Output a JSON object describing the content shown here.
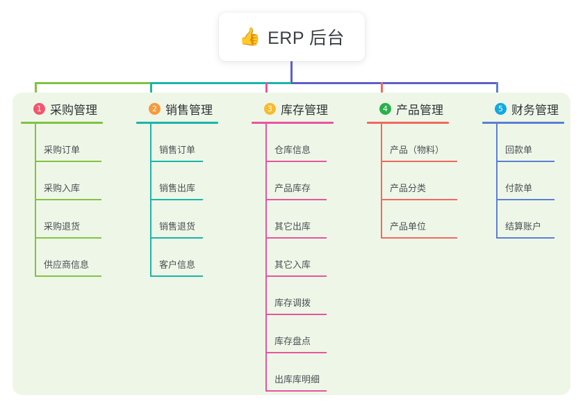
{
  "title": {
    "emoji": "👍",
    "icon_name": "thumbs-up-icon",
    "text": "ERP 后台"
  },
  "palette": {
    "panel_bg": "#eef7e7",
    "page_bg": "#ffffff",
    "trunk": "#5b5fc7",
    "green": "#81c241",
    "teal": "#1ab5a8",
    "pink": "#e8549e",
    "red": "#f2685f",
    "blue": "#5b7fd4",
    "badge_1": "#f2566d",
    "badge_2": "#f79a3c",
    "badge_3": "#f7bb2f",
    "badge_4": "#29b14a",
    "badge_5": "#12a9e0",
    "text_dark": "#2f3338",
    "text_item": "#4a4f55"
  },
  "columns": [
    {
      "index": "1",
      "label": "采购管理",
      "badge_color": "#f2566d",
      "line_color": "#81c241",
      "head_width": 118,
      "item_width": 96,
      "items": [
        "采购订单",
        "采购入库",
        "采购退货",
        "供应商信息"
      ]
    },
    {
      "index": "2",
      "label": "销售管理",
      "badge_color": "#f79a3c",
      "line_color": "#1ab5a8",
      "head_width": 118,
      "item_width": 76,
      "items": [
        "销售订单",
        "销售出库",
        "销售退货",
        "客户信息"
      ]
    },
    {
      "index": "3",
      "label": "库存管理",
      "badge_color": "#f7bb2f",
      "line_color": "#e8549e",
      "head_width": 118,
      "item_width": 88,
      "items": [
        "仓库信息",
        "产品库存",
        "其它出库",
        "其它入库",
        "库存调拨",
        "库存盘点",
        "出库库明细"
      ]
    },
    {
      "index": "4",
      "label": "产品管理",
      "badge_color": "#29b14a",
      "line_color": "#f2685f",
      "head_width": 118,
      "item_width": 110,
      "items": [
        "产品（物料）",
        "产品分类",
        "产品单位"
      ]
    },
    {
      "index": "5",
      "label": "财务管理",
      "badge_color": "#12a9e0",
      "line_color": "#5b7fd4",
      "head_width": 118,
      "item_width": 84,
      "items": [
        "回款单",
        "付款单",
        "结算账户"
      ]
    }
  ]
}
